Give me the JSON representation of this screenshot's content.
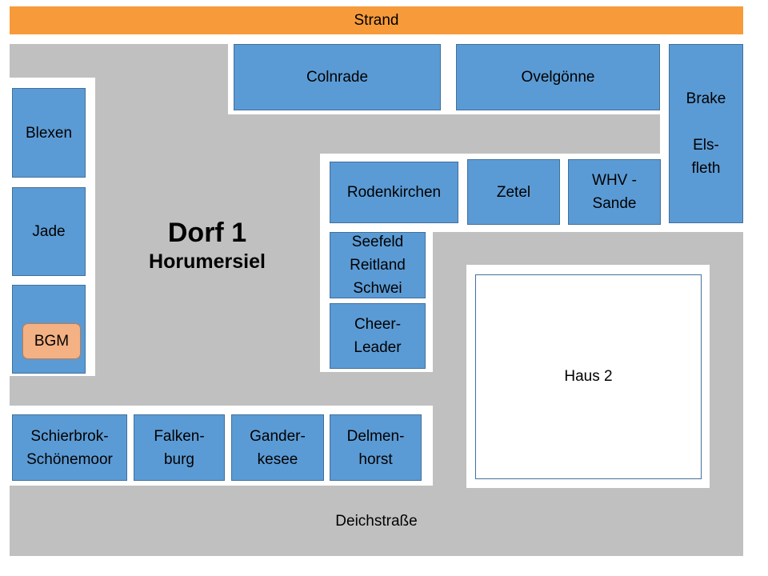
{
  "map": {
    "beach": "Strand",
    "road": "Deichstraße",
    "village": {
      "title": "Dorf 1",
      "subtitle": "Horumersiel"
    },
    "house": "Haus 2",
    "badge": "BGM",
    "blocks": {
      "colnrade": [
        "Colnrade"
      ],
      "ovelgoenne": [
        "Ovelgönne"
      ],
      "brake": [
        "Brake",
        "",
        "Els-",
        "fleth"
      ],
      "blexen": [
        "Blexen"
      ],
      "jade": [
        "Jade"
      ],
      "rodenkirchen": [
        "Rodenkirchen"
      ],
      "zetel": [
        "Zetel"
      ],
      "whv": [
        "WHV -",
        "Sande"
      ],
      "seefeld": [
        "Seefeld",
        "Reitland",
        "Schwei"
      ],
      "cheerleader": [
        "Cheer-",
        "Leader"
      ],
      "schierbrok": [
        "Schierbrok-",
        "Schönemoor"
      ],
      "falkenburg": [
        "Falken-",
        "burg"
      ],
      "ganderkesee": [
        "Gander-",
        "kesee"
      ],
      "delmenhorst": [
        "Delmen-",
        "horst"
      ]
    }
  },
  "colors": {
    "block": "#5b9bd5",
    "block_border": "#41719c",
    "road": "#c0c0c0",
    "beach": "#f79b3a",
    "badge": "#f4b183"
  }
}
